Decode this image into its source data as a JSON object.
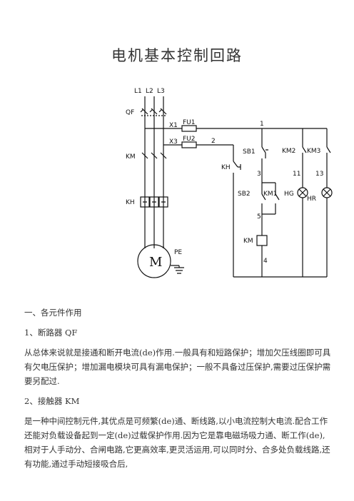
{
  "title": "电机基本控制回路",
  "diagram": {
    "phases": [
      "L1",
      "L2",
      "L3"
    ],
    "breaker": "QF",
    "contactor": "KM",
    "thermal_relay": "KH",
    "motor": "M",
    "ground": "PE",
    "terminals": [
      "X1",
      "X3"
    ],
    "fuses": [
      "FU1",
      "FU2"
    ],
    "nodes": [
      "1",
      "2",
      "3",
      "5",
      "4",
      "11",
      "13"
    ],
    "stop_button": "SB1",
    "start_button": "SB2",
    "kh_contact": "KH",
    "km1_contact": "KM1",
    "km2_contact": "KM2",
    "km3_contact": "KM3",
    "lamp_green": "HG",
    "lamp_red": "HR",
    "coil": "KM"
  },
  "sections": {
    "heading1": "一、各元件作用",
    "item1_title": "1、断路器 QF",
    "item1_text": "从总体来说就是接通和断开电流(de)作用.一般具有和短路保护；增加欠压线圈即可具有欠电压保护；增加漏电模块可具有漏电保护；一般不具备过压保护,需要过压保护需要另配过.",
    "item2_title": "2、接触器 KM",
    "item2_text": "是一种中间控制元件,其优点是可频繁(de)通、断线路,以小电流控制大电流.配合工作还能对负载设备起到一定(de)过载保护作用.因为它是靠电磁场吸力通、断工作(de),相对于人手动分、合闸电路,它更高效率,更灵活运用,可以同时分、合多处负载线路,还有功能,通过手动短接吸合后,"
  }
}
